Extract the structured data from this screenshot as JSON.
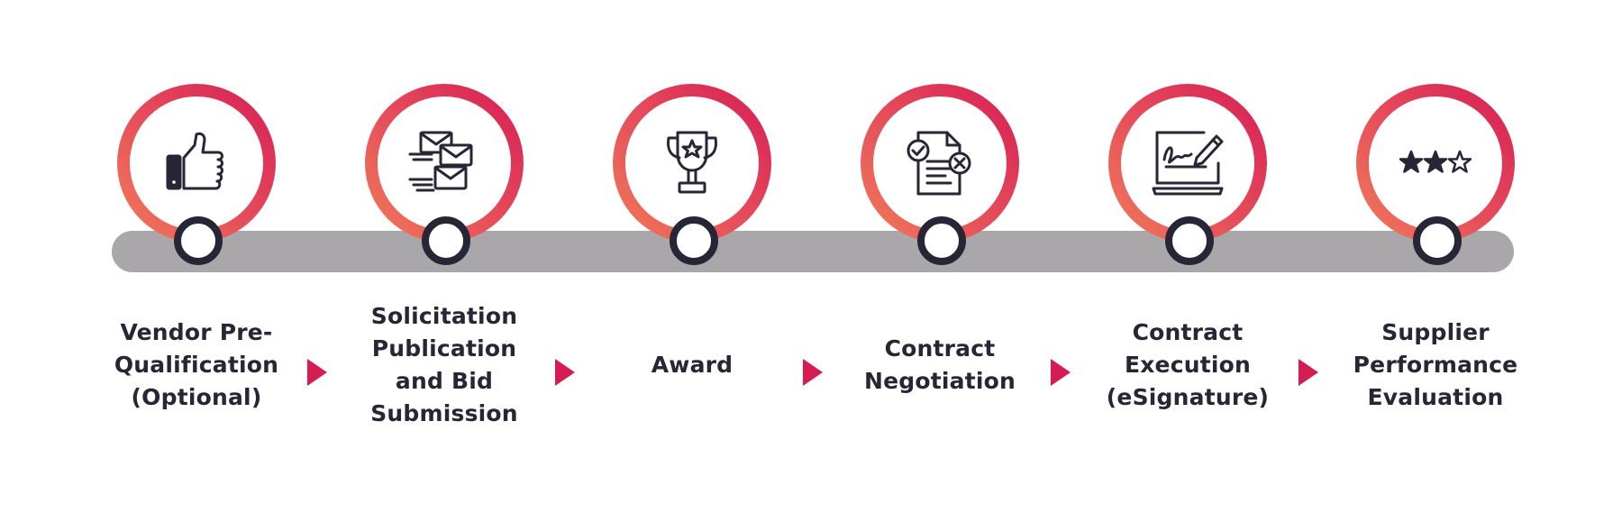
{
  "colors": {
    "accent": "#d51d54",
    "accent_light": "#f17c59",
    "track": "#a9a7a9",
    "text": "#272636"
  },
  "steps": [
    {
      "icon": "thumbs-up-icon",
      "label": "Vendor Pre-Qualification (Optional)",
      "lines": [
        "Vendor Pre-",
        "Qualification",
        "(Optional)"
      ]
    },
    {
      "icon": "envelopes-icon",
      "label": "Solicitation Publication and Bid Submission",
      "lines": [
        "Solicitation",
        "Publication",
        "and Bid",
        "Submission"
      ]
    },
    {
      "icon": "trophy-icon",
      "label": "Award",
      "lines": [
        "Award"
      ]
    },
    {
      "icon": "document-review-icon",
      "label": "Contract Negotiation",
      "lines": [
        "Contract",
        "Negotiation"
      ]
    },
    {
      "icon": "signature-icon",
      "label": "Contract Execution (eSignature)",
      "lines": [
        "Contract",
        "Execution",
        "(eSignature)"
      ]
    },
    {
      "icon": "star-rating-icon",
      "label": "Supplier Performance Evaluation",
      "lines": [
        "Supplier",
        "Performance",
        "Evaluation"
      ]
    }
  ]
}
